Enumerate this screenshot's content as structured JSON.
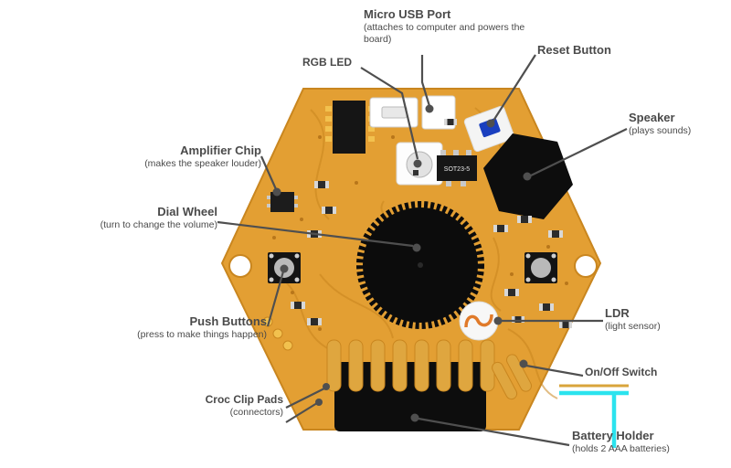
{
  "colors": {
    "board": "#E39F33",
    "board_edge": "#C9861F",
    "leader": "#4F4F4F",
    "highlight_cyan": "#2BE3EE",
    "highlight_gold": "#D9A43B"
  },
  "board": {
    "silkscreen_sot": "SOT23-5"
  },
  "labels": {
    "usb": {
      "title": "Micro USB Port",
      "subtitle": "(attaches to computer and powers the board)"
    },
    "rgb_led": {
      "title": "RGB LED"
    },
    "reset": {
      "title": "Reset Button"
    },
    "speaker": {
      "title": "Speaker",
      "subtitle": "(plays sounds)"
    },
    "amplifier": {
      "title": "Amplifier Chip",
      "subtitle": "(makes the speaker louder)"
    },
    "dial": {
      "title": "Dial Wheel",
      "subtitle": "(turn to change the volume)"
    },
    "buttons": {
      "title": "Push Buttons",
      "subtitle": "(press to make things happen)"
    },
    "croc": {
      "title": "Croc Clip Pads",
      "subtitle": "(connectors)"
    },
    "ldr": {
      "title": "LDR",
      "subtitle": "(light sensor)"
    },
    "onoff": {
      "title": "On/Off Switch"
    },
    "battery": {
      "title": "Battery Holder",
      "subtitle": "(holds 2 AAA batteries)"
    }
  }
}
